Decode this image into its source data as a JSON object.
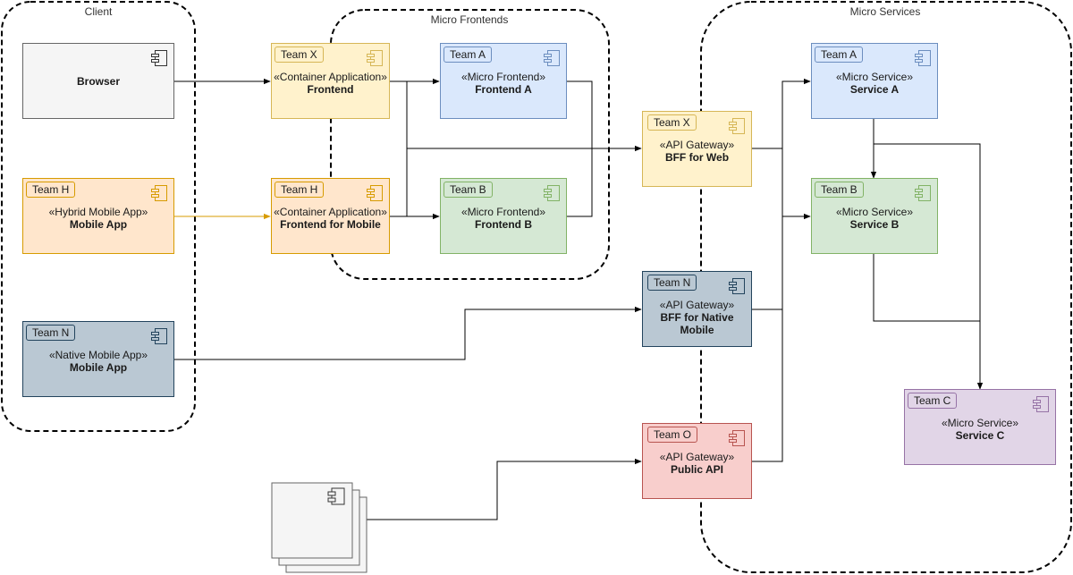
{
  "groups": {
    "client": "Client",
    "micro_frontends": "Micro Frontends",
    "micro_services": "Micro Services"
  },
  "colors": {
    "gray_fill": "#f5f5f5",
    "gray_stroke": "#666666",
    "yellow_fill": "#fff2cc",
    "yellow_stroke": "#d6b656",
    "orange_fill": "#ffe6cc",
    "orange_stroke": "#d79b00",
    "blue_fill": "#dae8fc",
    "blue_stroke": "#6c8ebf",
    "green_fill": "#d5e8d4",
    "green_stroke": "#82b366",
    "slate_fill": "#bac8d3",
    "slate_stroke": "#23445d",
    "red_fill": "#f8cecc",
    "red_stroke": "#b85450",
    "purple_fill": "#e1d5e7",
    "purple_stroke": "#9673a6"
  },
  "nodes": {
    "browser": {
      "title": "Browser"
    },
    "hybrid_app": {
      "team": "Team H",
      "stereotype": "«Hybrid Mobile App»",
      "title": "Mobile App"
    },
    "native_app": {
      "team": "Team N",
      "stereotype": "«Native Mobile App»",
      "title": "Mobile App"
    },
    "container_frontend": {
      "team": "Team X",
      "stereotype": "«Container Application»",
      "title": "Frontend"
    },
    "container_mobile": {
      "team": "Team H",
      "stereotype": "«Container Application»",
      "title": "Frontend for Mobile"
    },
    "mf_a": {
      "team": "Team A",
      "stereotype": "«Micro Frontend»",
      "title": "Frontend A"
    },
    "mf_b": {
      "team": "Team B",
      "stereotype": "«Micro Frontend»",
      "title": "Frontend B"
    },
    "bff_web": {
      "team": "Team X",
      "stereotype": "«API Gateway»",
      "title": "BFF for Web"
    },
    "bff_native": {
      "team": "Team N",
      "stereotype": "«API Gateway»",
      "title": "BFF for Native Mobile"
    },
    "public_api": {
      "team": "Team O",
      "stereotype": "«API Gateway»",
      "title": "Public API"
    },
    "svc_a": {
      "team": "Team A",
      "stereotype": "«Micro Service»",
      "title": "Service A"
    },
    "svc_b": {
      "team": "Team B",
      "stereotype": "«Micro Service»",
      "title": "Service B"
    },
    "svc_c": {
      "team": "Team C",
      "stereotype": "«Micro Service»",
      "title": "Service C"
    }
  },
  "icons": {
    "component": "component-icon",
    "external_clients": "component-stack-icon"
  }
}
